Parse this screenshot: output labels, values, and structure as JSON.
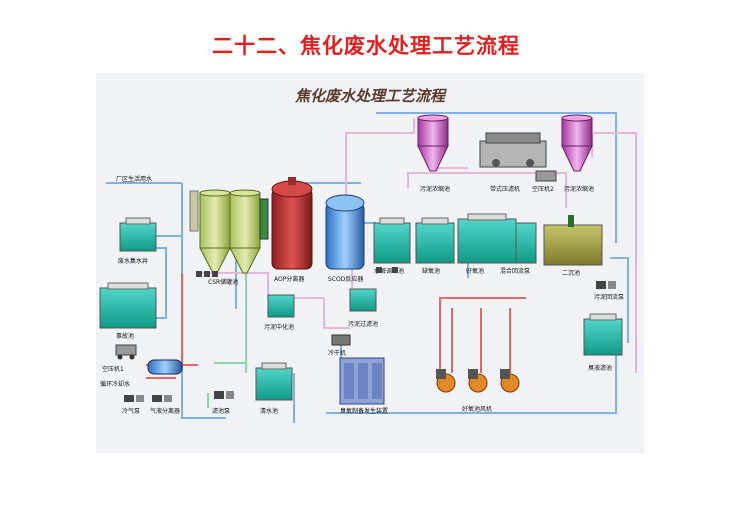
{
  "page_title": "二十二、焦化废水处理工艺流程",
  "diagram_title": "焦化废水处理工艺流程",
  "labels": {
    "factory_water": "厂区生活用水",
    "waste_pool": "废水集水井",
    "accident_pool": "事故池",
    "air_comp_1": "空压机1",
    "cold_gas": "冷气泵",
    "cold_water": "循环冷却水",
    "gas_separator": "气液分离器",
    "filter_pump": "滤池泵",
    "csr_tank": "CSR储罐池",
    "sludge_dewater": "污泥中化池",
    "aop_tank": "AOP分离器",
    "scod_tank": "SCOD反应器",
    "sludge_filter": "污泥过滤池",
    "cooler": "冷干机",
    "clear_pool": "清水池",
    "ozone_gen": "臭氧制备发生装置",
    "hydrolysis": "水解调节池",
    "anoxic": "缺氧池",
    "aerobic": "好氧池",
    "mix_return": "混合回流泵",
    "secondary": "二沉池",
    "sludge_return": "污泥回流泵",
    "final_filter": "臭液滤池",
    "blowers": "好氧池风机",
    "sludge_thick": "污泥浓缩池",
    "belt_press": "带式压滤机",
    "air_comp_2": "空压机2",
    "sludge_thick_2": "污泥浓缩池"
  },
  "colors": {
    "title": "#e02020",
    "water_pipe": "#7fb3e6",
    "sludge_pipe": "#e5b8d8",
    "air_pipe": "#e06a6a",
    "gas_pipe": "#8fd6a8",
    "tank_green": "#34c0a4",
    "tank_blue": "#78bff0",
    "sludge_purple": "#c257c9",
    "reactor_red": "#c93a3a"
  }
}
